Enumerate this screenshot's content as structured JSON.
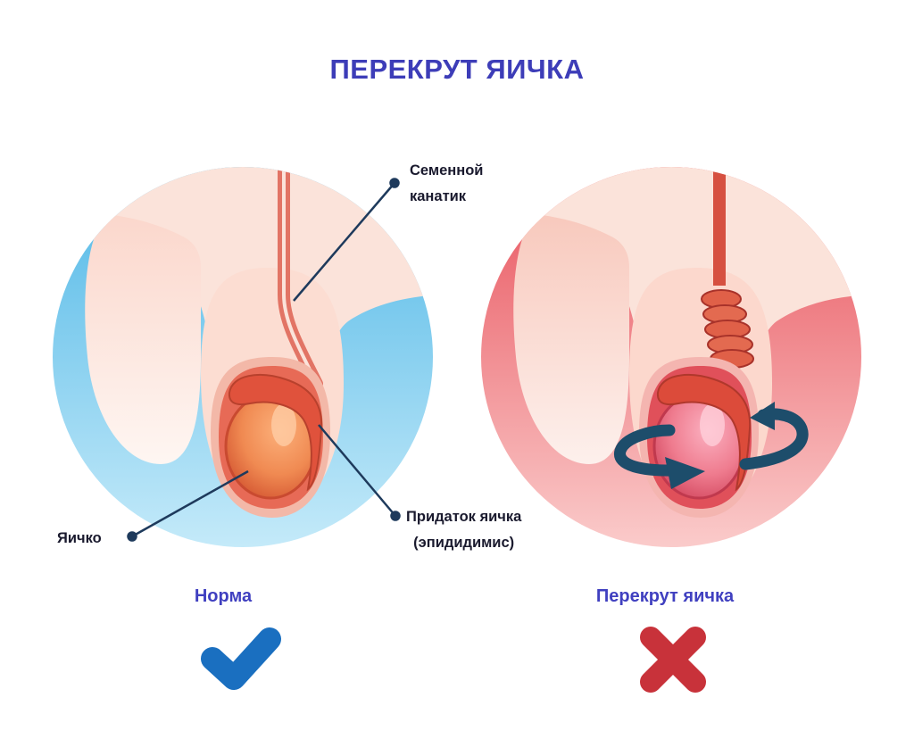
{
  "title": "ПЕРЕКРУТ ЯИЧКА",
  "labels": {
    "spermatic_cord_line1": "Семенной",
    "spermatic_cord_line2": "канатик",
    "testis": "Яичко",
    "epididymis_line1": "Придаток яичка",
    "epididymis_line2": "(эпидидимис)"
  },
  "panels": [
    {
      "caption": "Норма",
      "status_icon": "checkmark-icon",
      "status_color": "#1a6fc0",
      "accent": "#5bbde6"
    },
    {
      "caption": "Перекрут яичка",
      "status_icon": "cross-icon",
      "status_color": "#c8323a",
      "accent": "#e8505a"
    }
  ],
  "colors": {
    "title": "#3d3db8",
    "caption": "#4040c0",
    "skin": "#fbe2d9",
    "tissue": "#d9473a",
    "leader_line": "#1e3a5c"
  }
}
